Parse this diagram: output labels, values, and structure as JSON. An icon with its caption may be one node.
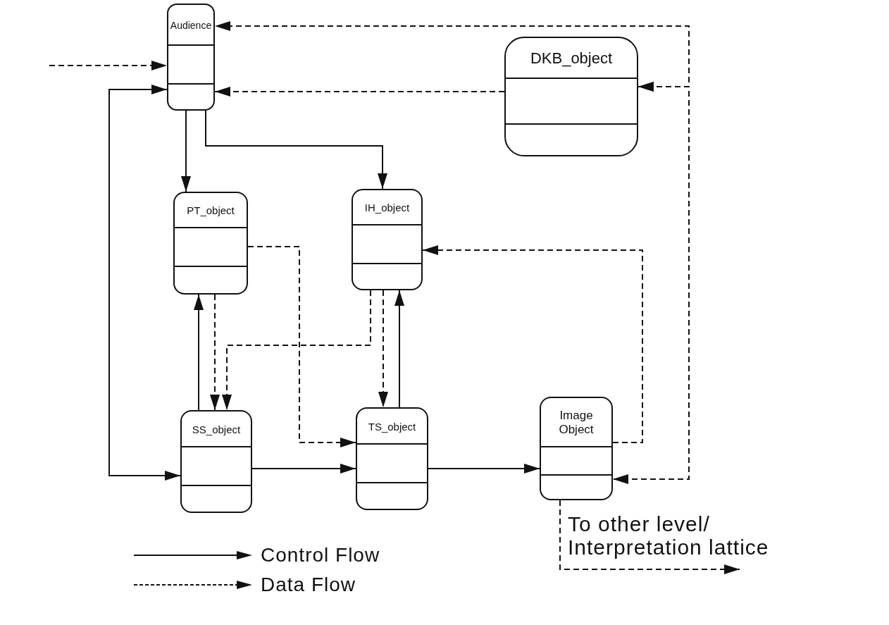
{
  "diagram": {
    "nodes": [
      {
        "text": [
          "Audience"
        ]
      },
      {
        "text": [
          "DKB_object"
        ]
      },
      {
        "text": [
          "PT_object"
        ]
      },
      {
        "text": [
          "IH_object"
        ]
      },
      {
        "text": [
          "SS_object"
        ]
      },
      {
        "text": [
          "TS_object"
        ]
      },
      {
        "text": [
          "Image Object"
        ]
      },
      {
        "text": [
          "To other level/ Interpretation lattice"
        ]
      }
    ],
    "edges": [
      {
        "from": null,
        "to": 0,
        "arrow": "to",
        "style": "dashed"
      },
      {
        "from": 1,
        "to": 0,
        "arrow": "to",
        "style": "dashed"
      },
      {
        "from": 1,
        "to": 0,
        "arrow": "both",
        "style": "dashed"
      },
      {
        "from": 1,
        "to": 6,
        "arrow": "both",
        "style": "dashed"
      },
      {
        "from": 0,
        "to": 2,
        "arrow": "to"
      },
      {
        "from": 0,
        "to": 3,
        "arrow": "to"
      },
      {
        "from": 0,
        "to": 4,
        "arrow": "both"
      },
      {
        "from": 4,
        "to": 2,
        "arrow": "to"
      },
      {
        "from": 2,
        "to": 4,
        "arrow": "to",
        "style": "dashed"
      },
      {
        "from": 3,
        "to": 4,
        "arrow": "to",
        "style": "dashed"
      },
      {
        "from": 2,
        "to": 5,
        "arrow": "to",
        "style": "dashed"
      },
      {
        "from": 3,
        "to": 5,
        "arrow": "to",
        "style": "dashed"
      },
      {
        "from": 5,
        "to": 3,
        "arrow": "to"
      },
      {
        "from": 4,
        "to": 5,
        "arrow": "to"
      },
      {
        "from": 5,
        "to": 6,
        "arrow": "to"
      },
      {
        "from": 6,
        "to": 3,
        "arrow": "to",
        "style": "dashed"
      },
      {
        "from": 6,
        "to": 7,
        "arrow": "to",
        "style": "dashed"
      }
    ],
    "legend": [
      {
        "text": "Control Flow"
      },
      {
        "text": "Data Flow"
      }
    ]
  }
}
